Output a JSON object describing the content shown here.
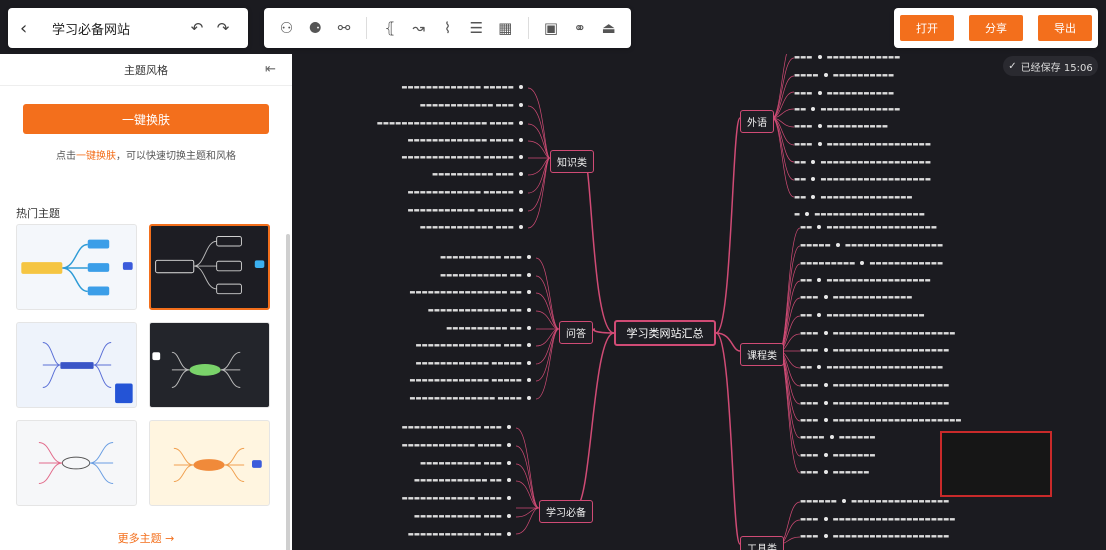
{
  "title_bar": {
    "doc_title": "学习必备网站"
  },
  "actions": {
    "open": "打开",
    "share": "分享",
    "export": "导出"
  },
  "save_status": "已经保存 15:06",
  "panel": {
    "header": "主题风格",
    "primary_button": "一键换肤",
    "hint_prefix": "点击",
    "hint_highlight": "一键换肤",
    "hint_suffix": "，可以快速切换主题和风格",
    "section_title": "热门主题",
    "more_link": "更多主题 →"
  },
  "mindmap": {
    "root": "学习类网站汇总",
    "branches": {
      "b1": "知识类",
      "b2": "问答",
      "b3": "学习必备",
      "b4": "外语",
      "b5": "课程类",
      "b6": "工具类"
    }
  }
}
